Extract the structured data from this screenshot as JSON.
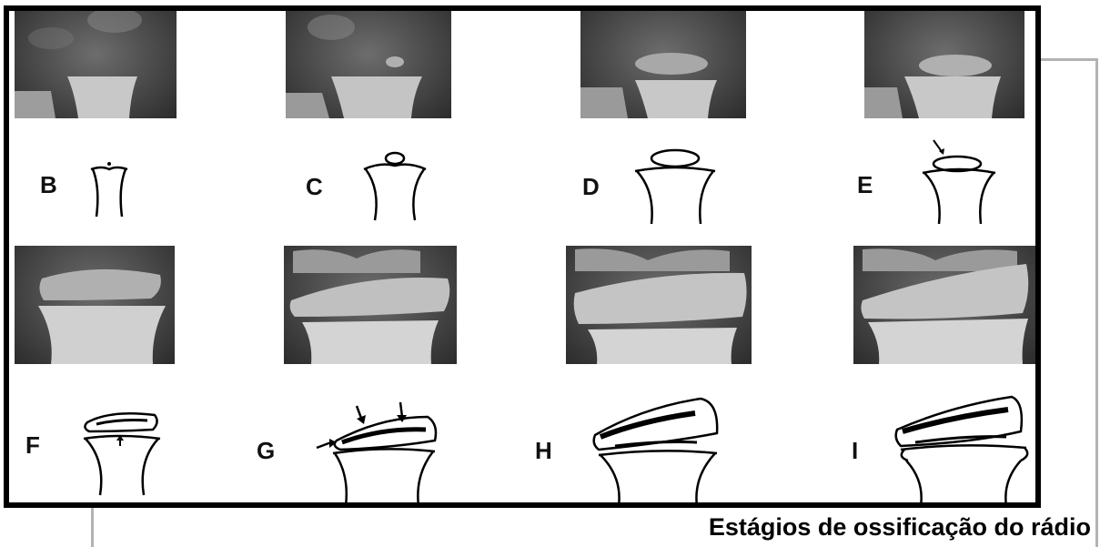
{
  "caption": "Estágios de ossificação do rádio",
  "stages": [
    {
      "label": "B"
    },
    {
      "label": "C"
    },
    {
      "label": "D"
    },
    {
      "label": "E"
    },
    {
      "label": "F"
    },
    {
      "label": "G"
    },
    {
      "label": "H"
    },
    {
      "label": "I"
    }
  ]
}
